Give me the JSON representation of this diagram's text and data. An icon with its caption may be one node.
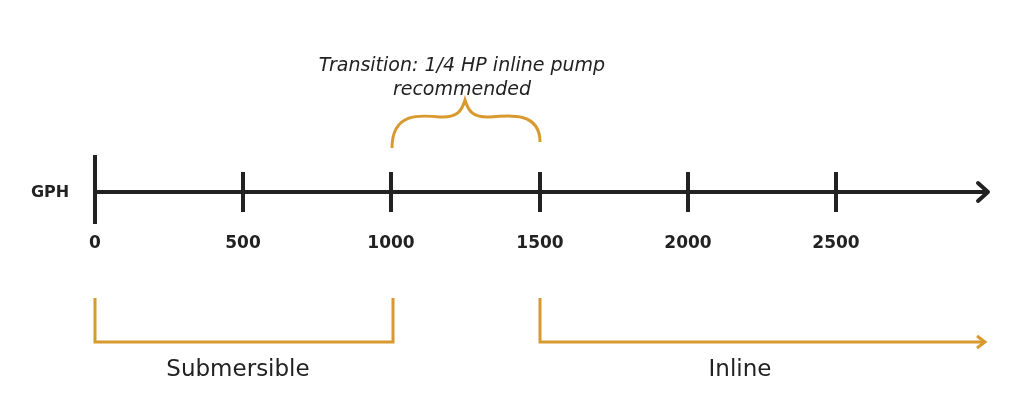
{
  "diagram": {
    "labels": [
      "Transition: 1/4 HP inline pump recommended",
      "GPH",
      "0",
      "500",
      "1000",
      "1500",
      "2000",
      "2500",
      "Submersible",
      "Inline"
    ]
  }
}
